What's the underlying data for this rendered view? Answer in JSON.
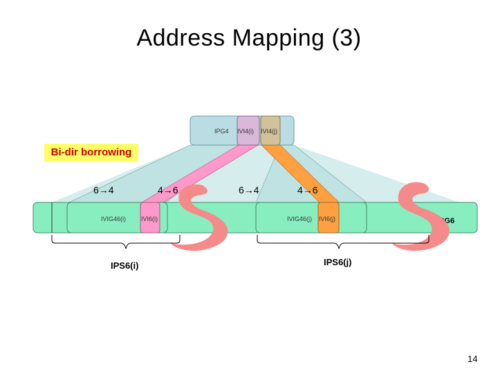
{
  "title": "Address Mapping (3)",
  "borrowing_label": "Bi-dir borrowing",
  "ipv4_block": {
    "label": "IPG4",
    "segments": [
      {
        "label": "IVI4(i)",
        "color": "#d9b8d9"
      },
      {
        "label": "IVI4(j)",
        "color": "#d2c29a"
      }
    ],
    "color": "#b9dde2"
  },
  "directions": [
    "6→4",
    "4→6",
    "6→4",
    "4→6"
  ],
  "ipv6_block": {
    "label": "IPG6",
    "color": "#88eec0",
    "segments": [
      {
        "label": "IVIG46(i)",
        "color": "#88eec0"
      },
      {
        "label": "IVI6(i)",
        "color": "#ff99cc"
      },
      {
        "label": "IVIG46(j)",
        "color": "#88eec0"
      },
      {
        "label": "IVI6(j)",
        "color": "#ffa040"
      }
    ]
  },
  "prefix_labels": [
    "IPS6(i)",
    "IPS6(j)"
  ],
  "colors": {
    "break_mark": "#f58a8a",
    "pink_band": "#ff99cc",
    "orange_band": "#ffa040",
    "cyan_fan": "#cfeaea"
  },
  "page_number": "14"
}
